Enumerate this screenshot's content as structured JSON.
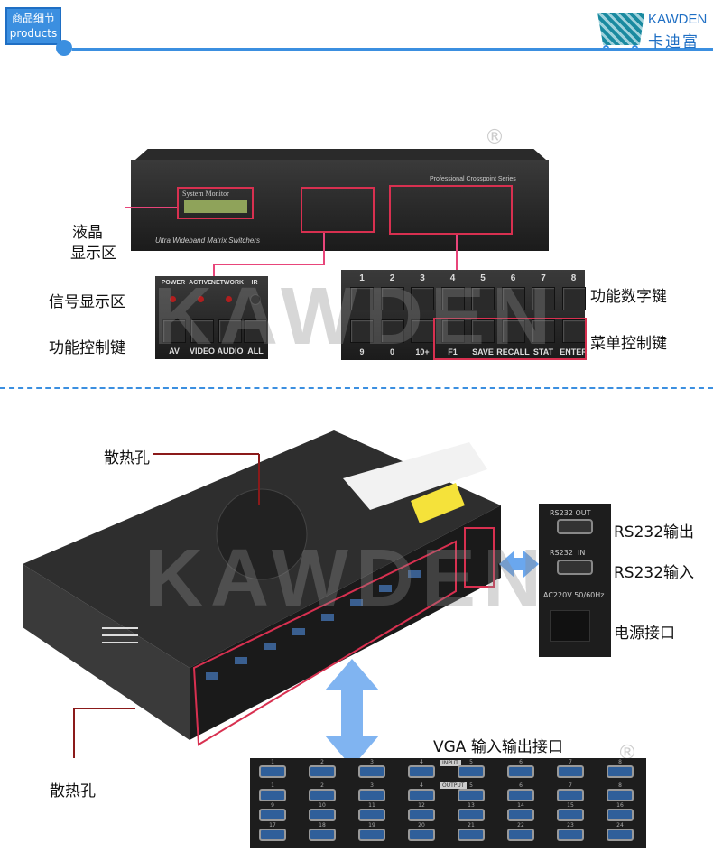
{
  "header": {
    "title_cn": "商品细节",
    "title_en": "products",
    "brand_en": "KAWDEN",
    "brand_cn": "卡迪富",
    "registered": "®"
  },
  "front": {
    "lcd_label": "System Monitor",
    "series": "Professional Crosspoint Series",
    "model_text": "Ultra Wideband Matrix Switchers",
    "indicators": [
      "POWER",
      "ACTIVE",
      "NETWORK",
      "IR"
    ],
    "control_keys": [
      "AV",
      "VIDEO",
      "AUDIO",
      "ALL"
    ],
    "number_keys": [
      "1",
      "2",
      "3",
      "4",
      "5",
      "6",
      "7",
      "8"
    ],
    "bottom_keys": [
      "9",
      "0",
      "10+",
      "F1",
      "SAVE",
      "RECALL",
      "STAT",
      "ENTER"
    ]
  },
  "callouts": {
    "lcd_line1": "液晶",
    "lcd_line2": "显示区",
    "signal": "信号显示区",
    "function_control": "功能控制键",
    "number_keys": "功能数字键",
    "menu_keys": "菜单控制键",
    "vent_top": "散热孔",
    "vent_side": "散热孔",
    "rs232_out": "RS232输出",
    "rs232_in": "RS232输入",
    "power": "电源接口",
    "vga": "VGA 输入输出接口"
  },
  "rear": {
    "rs232_out": "RS232 OUT",
    "rs232_in": "RS232  IN",
    "ac": "AC220V 50/60Hz",
    "input": "INPUT",
    "output": "OUTPUT",
    "input_ports": [
      "1",
      "2",
      "3",
      "4",
      "5",
      "6",
      "7",
      "8"
    ],
    "output_ports": [
      "1",
      "2",
      "3",
      "4",
      "5",
      "6",
      "7",
      "8",
      "9",
      "10",
      "11",
      "12",
      "13",
      "14",
      "15",
      "16",
      "17",
      "18",
      "19",
      "20",
      "21",
      "22",
      "23",
      "24"
    ]
  },
  "watermark": "KAWDEN",
  "colors": {
    "accent": "#3b8fe0",
    "callout": "#e8457a",
    "highlight": "#d83050"
  }
}
